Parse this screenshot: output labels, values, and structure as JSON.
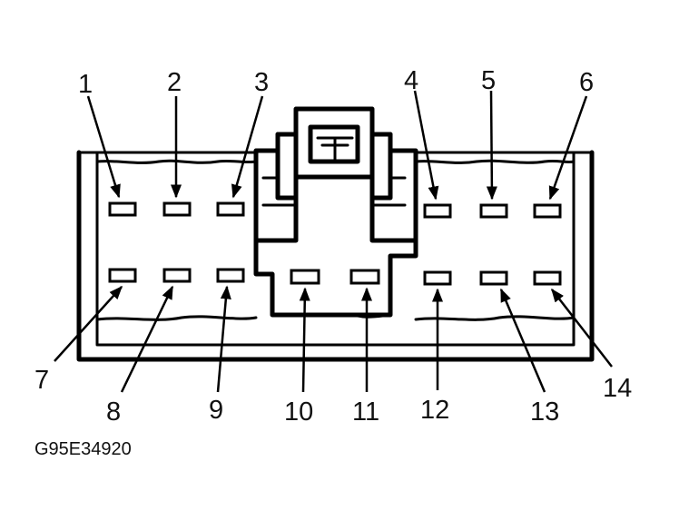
{
  "diagram": {
    "drawing_code": "G95E34920",
    "pins": [
      {
        "number": "1"
      },
      {
        "number": "2"
      },
      {
        "number": "3"
      },
      {
        "number": "4"
      },
      {
        "number": "5"
      },
      {
        "number": "6"
      },
      {
        "number": "7"
      },
      {
        "number": "8"
      },
      {
        "number": "9"
      },
      {
        "number": "10"
      },
      {
        "number": "11"
      },
      {
        "number": "12"
      },
      {
        "number": "13"
      },
      {
        "number": "14"
      }
    ],
    "colors": {
      "line": "#000000",
      "background": "#ffffff"
    }
  }
}
